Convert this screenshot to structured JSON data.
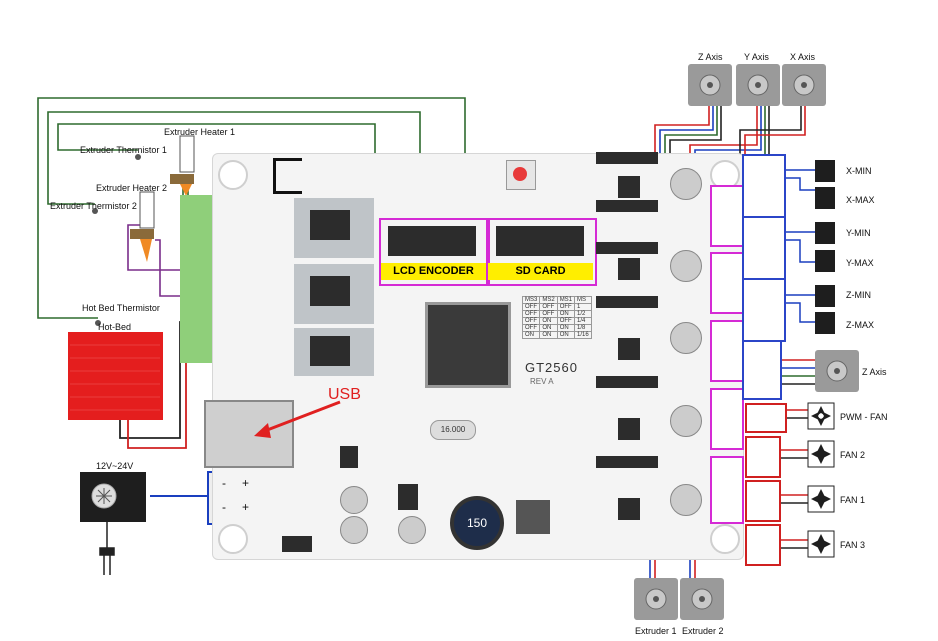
{
  "labels": {
    "extruder_heater_1": "Extruder Heater 1",
    "extruder_thermistor_1": "Extruder Thermistor 1",
    "extruder_heater_2": "Extruder Heater 2",
    "extruder_thermistor_2": "Extruder Thermistor 2",
    "hot_bed_thermistor": "Hot Bed Thermistor",
    "hot_bed": "Hot-Bed",
    "power_supply": "12V~24V",
    "z_axis_top": "Z Axis",
    "y_axis": "Y Axis",
    "x_axis": "X Axis",
    "z_axis_side": "Z Axis",
    "extruder_1": "Extruder 1",
    "extruder_2": "Extruder 2",
    "x_min": "X-MIN",
    "x_max": "X-MAX",
    "y_min": "Y-MIN",
    "y_max": "Y-MAX",
    "z_min": "Z-MIN",
    "z_max": "Z-MAX",
    "pwm_fan": "PWM - FAN",
    "fan_2": "FAN 2",
    "fan_1": "FAN 1",
    "fan_3": "FAN 3",
    "lcd_encoder": "LCD ENCODER",
    "sd_card": "SD CARD",
    "usb": "USB",
    "board_name": "GT2560",
    "board_rev": "REV A",
    "crystal": "16.000",
    "inductor": "150",
    "plus": "+",
    "minus": "-"
  },
  "microstep_table": {
    "headers": [
      "MS3",
      "MS2",
      "MS1",
      "MS"
    ],
    "rows": [
      [
        "OFF",
        "OFF",
        "OFF",
        "1"
      ],
      [
        "OFF",
        "OFF",
        "ON",
        "1/2"
      ],
      [
        "OFF",
        "ON",
        "OFF",
        "1/4"
      ],
      [
        "OFF",
        "ON",
        "ON",
        "1/8"
      ],
      [
        "ON",
        "ON",
        "ON",
        "1/16"
      ]
    ]
  },
  "colors": {
    "board": "#f4f4f4",
    "terminal_green": "#8fcf7a",
    "hotbed_red": "#e41e1e",
    "wire_green": "#2e6b2e",
    "wire_purple": "#7a2d8a",
    "wire_red": "#d02020",
    "wire_blue": "#1a3fbf",
    "highlight_magenta": "#d52ad5",
    "label_yellow": "#ffee00",
    "connector_blue_frame": "#2b45c8"
  }
}
